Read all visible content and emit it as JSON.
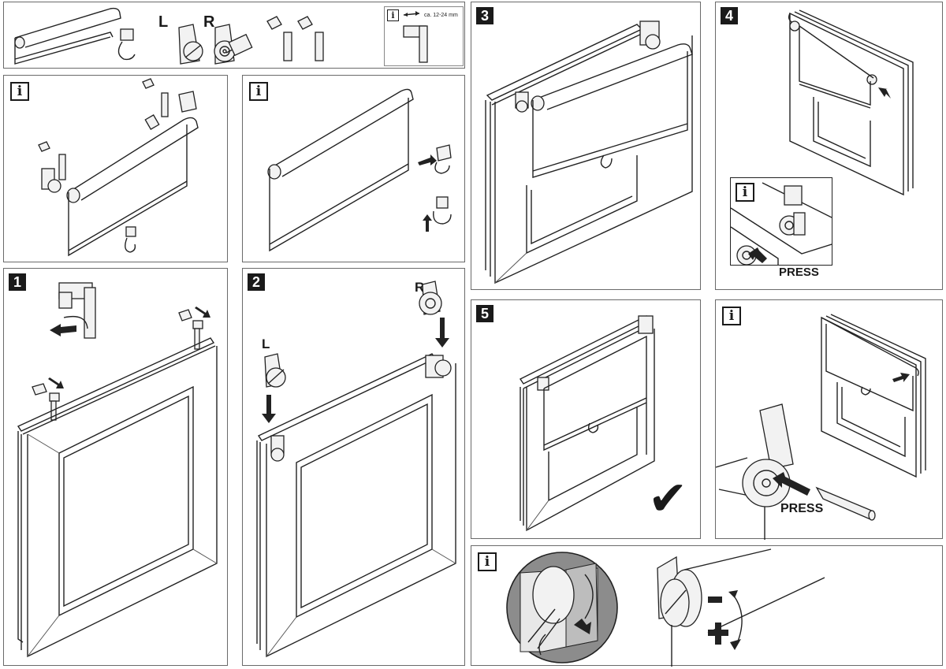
{
  "document": {
    "type": "roller blind installation instructions",
    "panels": [
      {
        "id": "parts",
        "badge": "",
        "description": "parts overview"
      },
      {
        "id": "info-a",
        "badge": "i"
      },
      {
        "id": "info-b",
        "badge": "i"
      },
      {
        "id": "step-1",
        "badge": "1"
      },
      {
        "id": "step-2",
        "badge": "2"
      },
      {
        "id": "step-3",
        "badge": "3"
      },
      {
        "id": "step-4",
        "badge": "4"
      },
      {
        "id": "info-4-inset",
        "badge": "i"
      },
      {
        "id": "step-5",
        "badge": "5"
      },
      {
        "id": "info-c",
        "badge": "i"
      },
      {
        "id": "info-d",
        "badge": "i"
      }
    ]
  },
  "parts": {
    "label_left": "L",
    "label_right": "R",
    "info_badge": "i",
    "clamp_range": "ca. 12-24 mm"
  },
  "steps": {
    "s1": "1",
    "s2": "2",
    "s3": "3",
    "s4": "4",
    "s5": "5",
    "info": "i"
  },
  "step2": {
    "label_left": "L",
    "label_right": "R"
  },
  "step4": {
    "press_label": "PRESS"
  },
  "infoC": {
    "press_label": "PRESS"
  },
  "infoD": {
    "minus": "-",
    "plus": "+"
  },
  "icons": {
    "check": "✔"
  }
}
